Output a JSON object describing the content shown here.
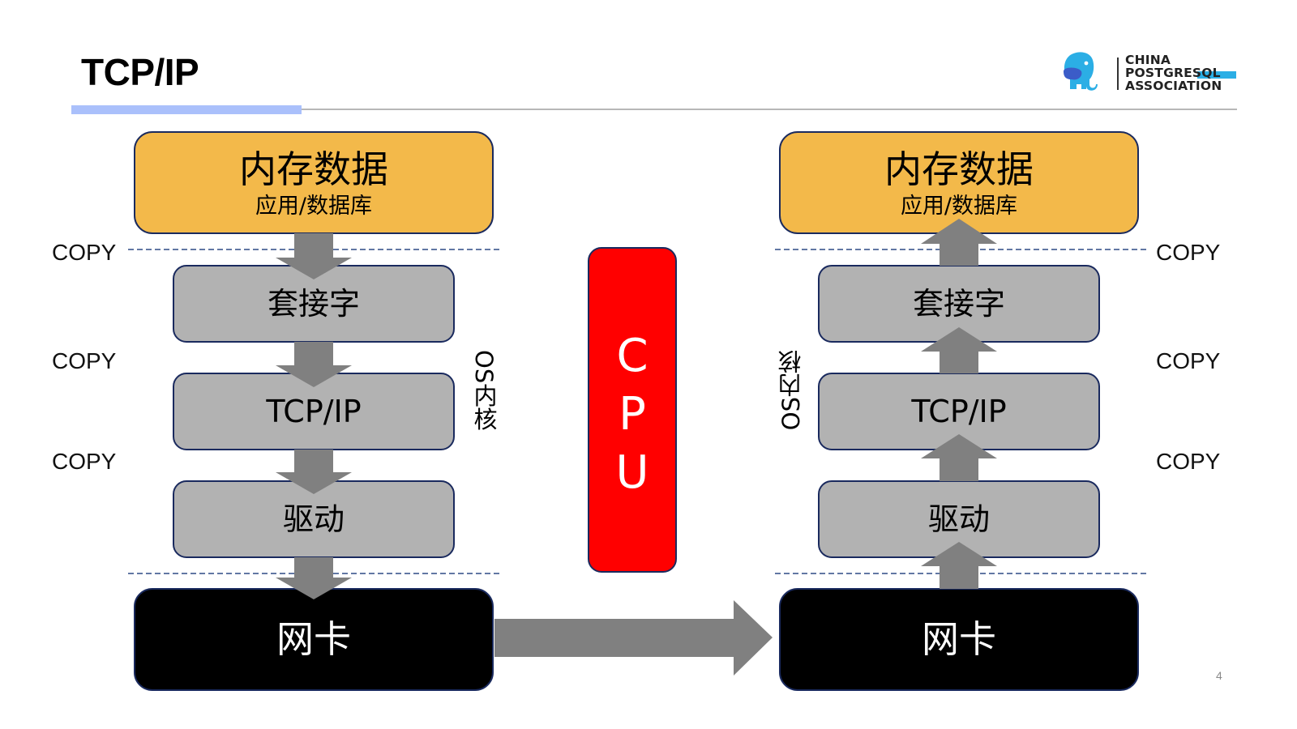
{
  "slide": {
    "title": "TCP/IP",
    "page_number": "4",
    "logo": {
      "line1": "CHINA",
      "line2": "POSTGRESQL",
      "line3": "ASSOCIATION",
      "icon": "elephant-logo-icon"
    }
  },
  "colors": {
    "memory_box": "#f3b94a",
    "layer_box": "#b2b2b2",
    "nic_box": "#000000",
    "cpu_box": "#ff0000",
    "arrow": "#808080",
    "border": "#1a2a5e",
    "dashed_line": "#2e4a86",
    "title_accent": "#aac0fb"
  },
  "left_stack": {
    "memory_title": "内存数据",
    "memory_subtitle": "应用/数据库",
    "socket": "套接字",
    "tcpip": "TCP/IP",
    "driver": "驱动",
    "nic": "网卡",
    "kernel_label": "OS内核",
    "copy_labels": [
      "COPY",
      "COPY",
      "COPY"
    ],
    "arrow_direction": "down"
  },
  "right_stack": {
    "memory_title": "内存数据",
    "memory_subtitle": "应用/数据库",
    "socket": "套接字",
    "tcpip": "TCP/IP",
    "driver": "驱动",
    "nic": "网卡",
    "kernel_label": "OS内核",
    "copy_labels": [
      "COPY",
      "COPY",
      "COPY"
    ],
    "arrow_direction": "up"
  },
  "cpu": {
    "letters": [
      "C",
      "P",
      "U"
    ]
  },
  "transfer_arrow": {
    "from": "left-nic",
    "to": "right-nic"
  }
}
